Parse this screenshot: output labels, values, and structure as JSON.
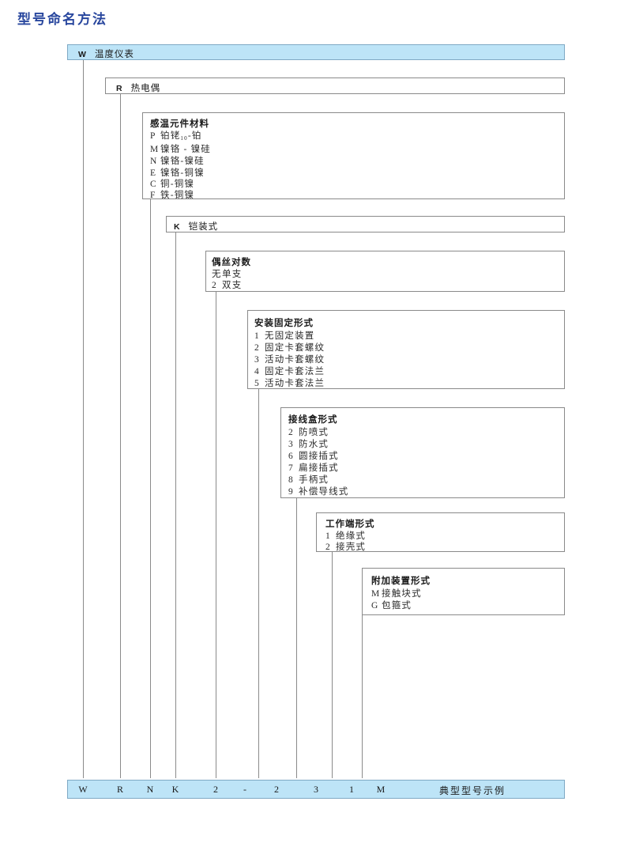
{
  "page": {
    "title": "型号命名方法",
    "title_color": "#29479e",
    "accent_fill": "#bde4f7",
    "border_color": "#8a8a8a"
  },
  "levels": [
    {
      "id": "instrument",
      "code": "W",
      "label": "温度仪表",
      "style": "blue",
      "inline": true
    },
    {
      "id": "sensor-type",
      "code": "R",
      "label": "热电偶",
      "style": "white",
      "inline": true
    },
    {
      "id": "element-material",
      "header": "感温元件材料",
      "options": [
        {
          "code": "P",
          "text": "铂铑",
          "sub": "10",
          "tail": "-铂"
        },
        {
          "code": "M",
          "text": "镍铬 - 镍硅"
        },
        {
          "code": "N",
          "text": "镍铬-镍硅"
        },
        {
          "code": "E",
          "text": "镍铬-铜镍"
        },
        {
          "code": "C",
          "text": "铜-铜镍"
        },
        {
          "code": "F",
          "text": "铁-铜镍"
        }
      ]
    },
    {
      "id": "armored",
      "code": "K",
      "label": "铠装式",
      "style": "white",
      "inline": true
    },
    {
      "id": "wire-pairs",
      "header": "偶丝对数",
      "options": [
        {
          "code": "无",
          "text": "单支"
        },
        {
          "code": "2",
          "text": "双支"
        }
      ]
    },
    {
      "id": "mounting-form",
      "header": "安装固定形式",
      "options": [
        {
          "code": "1",
          "text": "无固定装置"
        },
        {
          "code": "2",
          "text": "固定卡套螺纹"
        },
        {
          "code": "3",
          "text": "活动卡套螺纹"
        },
        {
          "code": "4",
          "text": "固定卡套法兰"
        },
        {
          "code": "5",
          "text": "活动卡套法兰"
        }
      ]
    },
    {
      "id": "junction-box-form",
      "header": "接线盒形式",
      "options": [
        {
          "code": "2",
          "text": "防喷式"
        },
        {
          "code": "3",
          "text": "防水式"
        },
        {
          "code": "6",
          "text": "圆接插式"
        },
        {
          "code": "7",
          "text": "扁接插式"
        },
        {
          "code": "8",
          "text": "手柄式"
        },
        {
          "code": "9",
          "text": "补偿导线式"
        }
      ]
    },
    {
      "id": "working-end-form",
      "header": "工作端形式",
      "options": [
        {
          "code": "1",
          "text": "绝缘式"
        },
        {
          "code": "2",
          "text": "接壳式"
        }
      ]
    },
    {
      "id": "accessory-form",
      "header": "附加装置形式",
      "options": [
        {
          "code": "M",
          "text": "接触块式"
        },
        {
          "code": "G",
          "text": "包箍式"
        }
      ]
    }
  ],
  "summary": {
    "cells": [
      "W",
      "R",
      "N",
      "K",
      "2",
      "-",
      "2",
      "3",
      "1",
      "M"
    ],
    "note": "典型型号示例"
  }
}
